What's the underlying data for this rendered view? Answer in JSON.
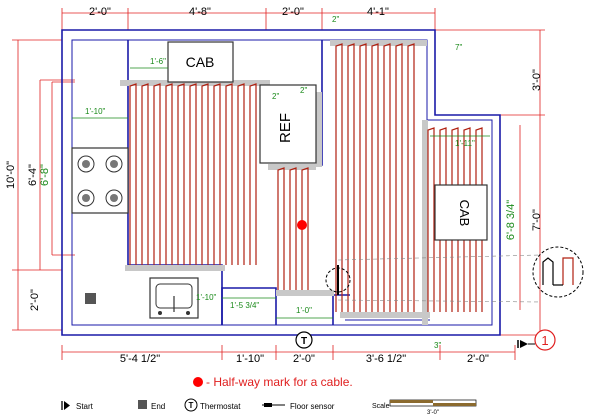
{
  "top_dims": [
    "2'-0\"",
    "4'-8\"",
    "2'-0\"",
    "4'-1\""
  ],
  "bottom_dims": [
    "5'-4 1/2\"",
    "1'-10\"",
    "2'-0\"",
    "3'-6 1/2\"",
    "2'-0\""
  ],
  "left_dims": {
    "overall": "10'-0\"",
    "upper": "6'-4\"",
    "upper_inner": "6'-8\"",
    "lower": "2'-0\""
  },
  "right_dims": {
    "top": "3'-0\"",
    "bottom": "7'-0\"",
    "inner": "6'-8 3/4\""
  },
  "green_dims": {
    "cab_top": "1'-6\"",
    "stove": "1'-10\"",
    "ref_a": "2\"",
    "ref_b": "2\"",
    "top_right": "2\"",
    "wall_r": "7\"",
    "cab_right": "1'-11\"",
    "sink": "1'-10\"",
    "center": "1'-5 3/4\"",
    "center_low": "1'-0\"",
    "bottom_r": "3\""
  },
  "labels": {
    "cab_top": "CAB",
    "ref": "REF",
    "cab_right": "CAB",
    "thermostat_symbol": "T",
    "circle_marker": "1"
  },
  "legend": {
    "halfway": "- Half-way mark for a cable.",
    "start": "Start",
    "end": "End",
    "thermostat": "Thermostat",
    "floor_sensor": "Floor sensor",
    "scale": "Scale",
    "scale_value": "3'-0\""
  },
  "colors": {
    "wall": "#1a1aa8",
    "dim": "#e02020",
    "cable": "#b02010",
    "green": "#1a8a1a",
    "pad": "#c8c8c8"
  },
  "icons": [
    "start-icon",
    "end-icon",
    "thermostat-icon",
    "floor-sensor-icon",
    "halfway-dot-icon",
    "detail-circle-icon"
  ]
}
